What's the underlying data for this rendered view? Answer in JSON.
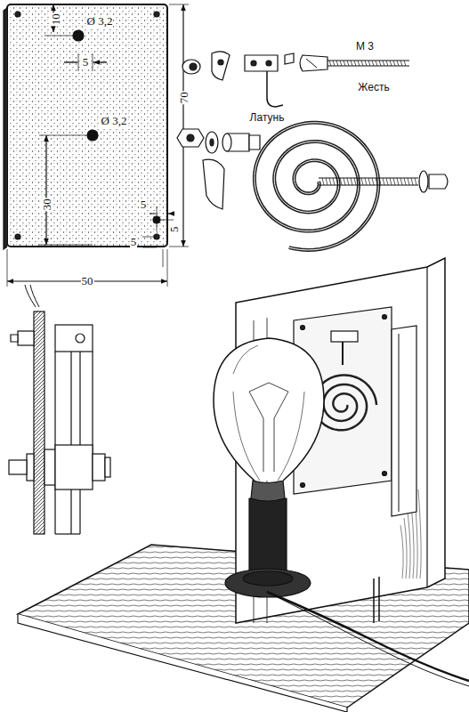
{
  "diagram": {
    "labels": [
      "10",
      "Ø 3,2",
      "5",
      "Ø 3,2",
      "70",
      "30",
      "5",
      "5",
      "5",
      "50",
      "М 3",
      "Латунь",
      "Жесть"
    ]
  }
}
